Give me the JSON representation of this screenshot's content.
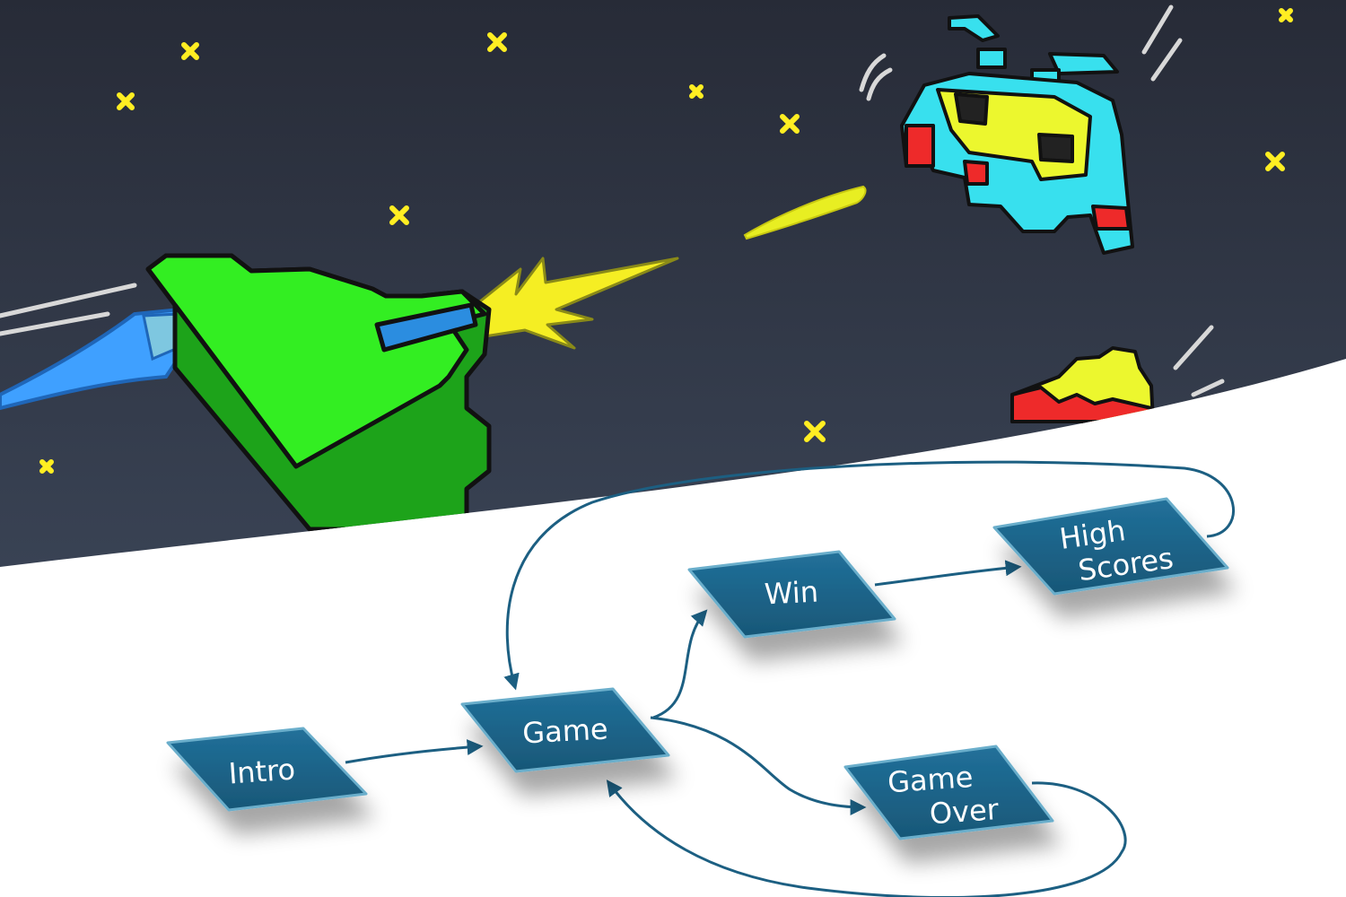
{
  "colors": {
    "space_top": "#2a2e3b",
    "space_bottom": "#3a4456",
    "star": "#ffee22",
    "ship_green": "#33ee22",
    "ship_dark": "#1da31a",
    "ship_window": "#2b8de0",
    "flame": "#3fa0ff",
    "muzzle": "#f5ee23",
    "invader_cyan": "#38e0ee",
    "invader_yellow": "#ecf72e",
    "invader_red": "#ee2a2a",
    "node_fill": "#1c6588",
    "node_edge": "#6aaecb",
    "edge": "#1c5f82"
  },
  "illustration": {
    "icons": [
      "spaceship-icon",
      "invader-icon",
      "invader-partial-icon",
      "laser-bolt-icon",
      "muzzle-flash-icon",
      "star-icon"
    ]
  },
  "diagram": {
    "nodes": {
      "intro": [
        "Intro"
      ],
      "game": [
        "Game"
      ],
      "win": [
        "Win"
      ],
      "high_scores": [
        "High",
        "Scores"
      ],
      "game_over": [
        "Game",
        "Over"
      ]
    },
    "edges": [
      [
        "Intro",
        "Game"
      ],
      [
        "Game",
        "Win"
      ],
      [
        "Game",
        "Game Over"
      ],
      [
        "Win",
        "High Scores"
      ],
      [
        "High Scores",
        "Game"
      ],
      [
        "Game Over",
        "Game"
      ]
    ]
  }
}
